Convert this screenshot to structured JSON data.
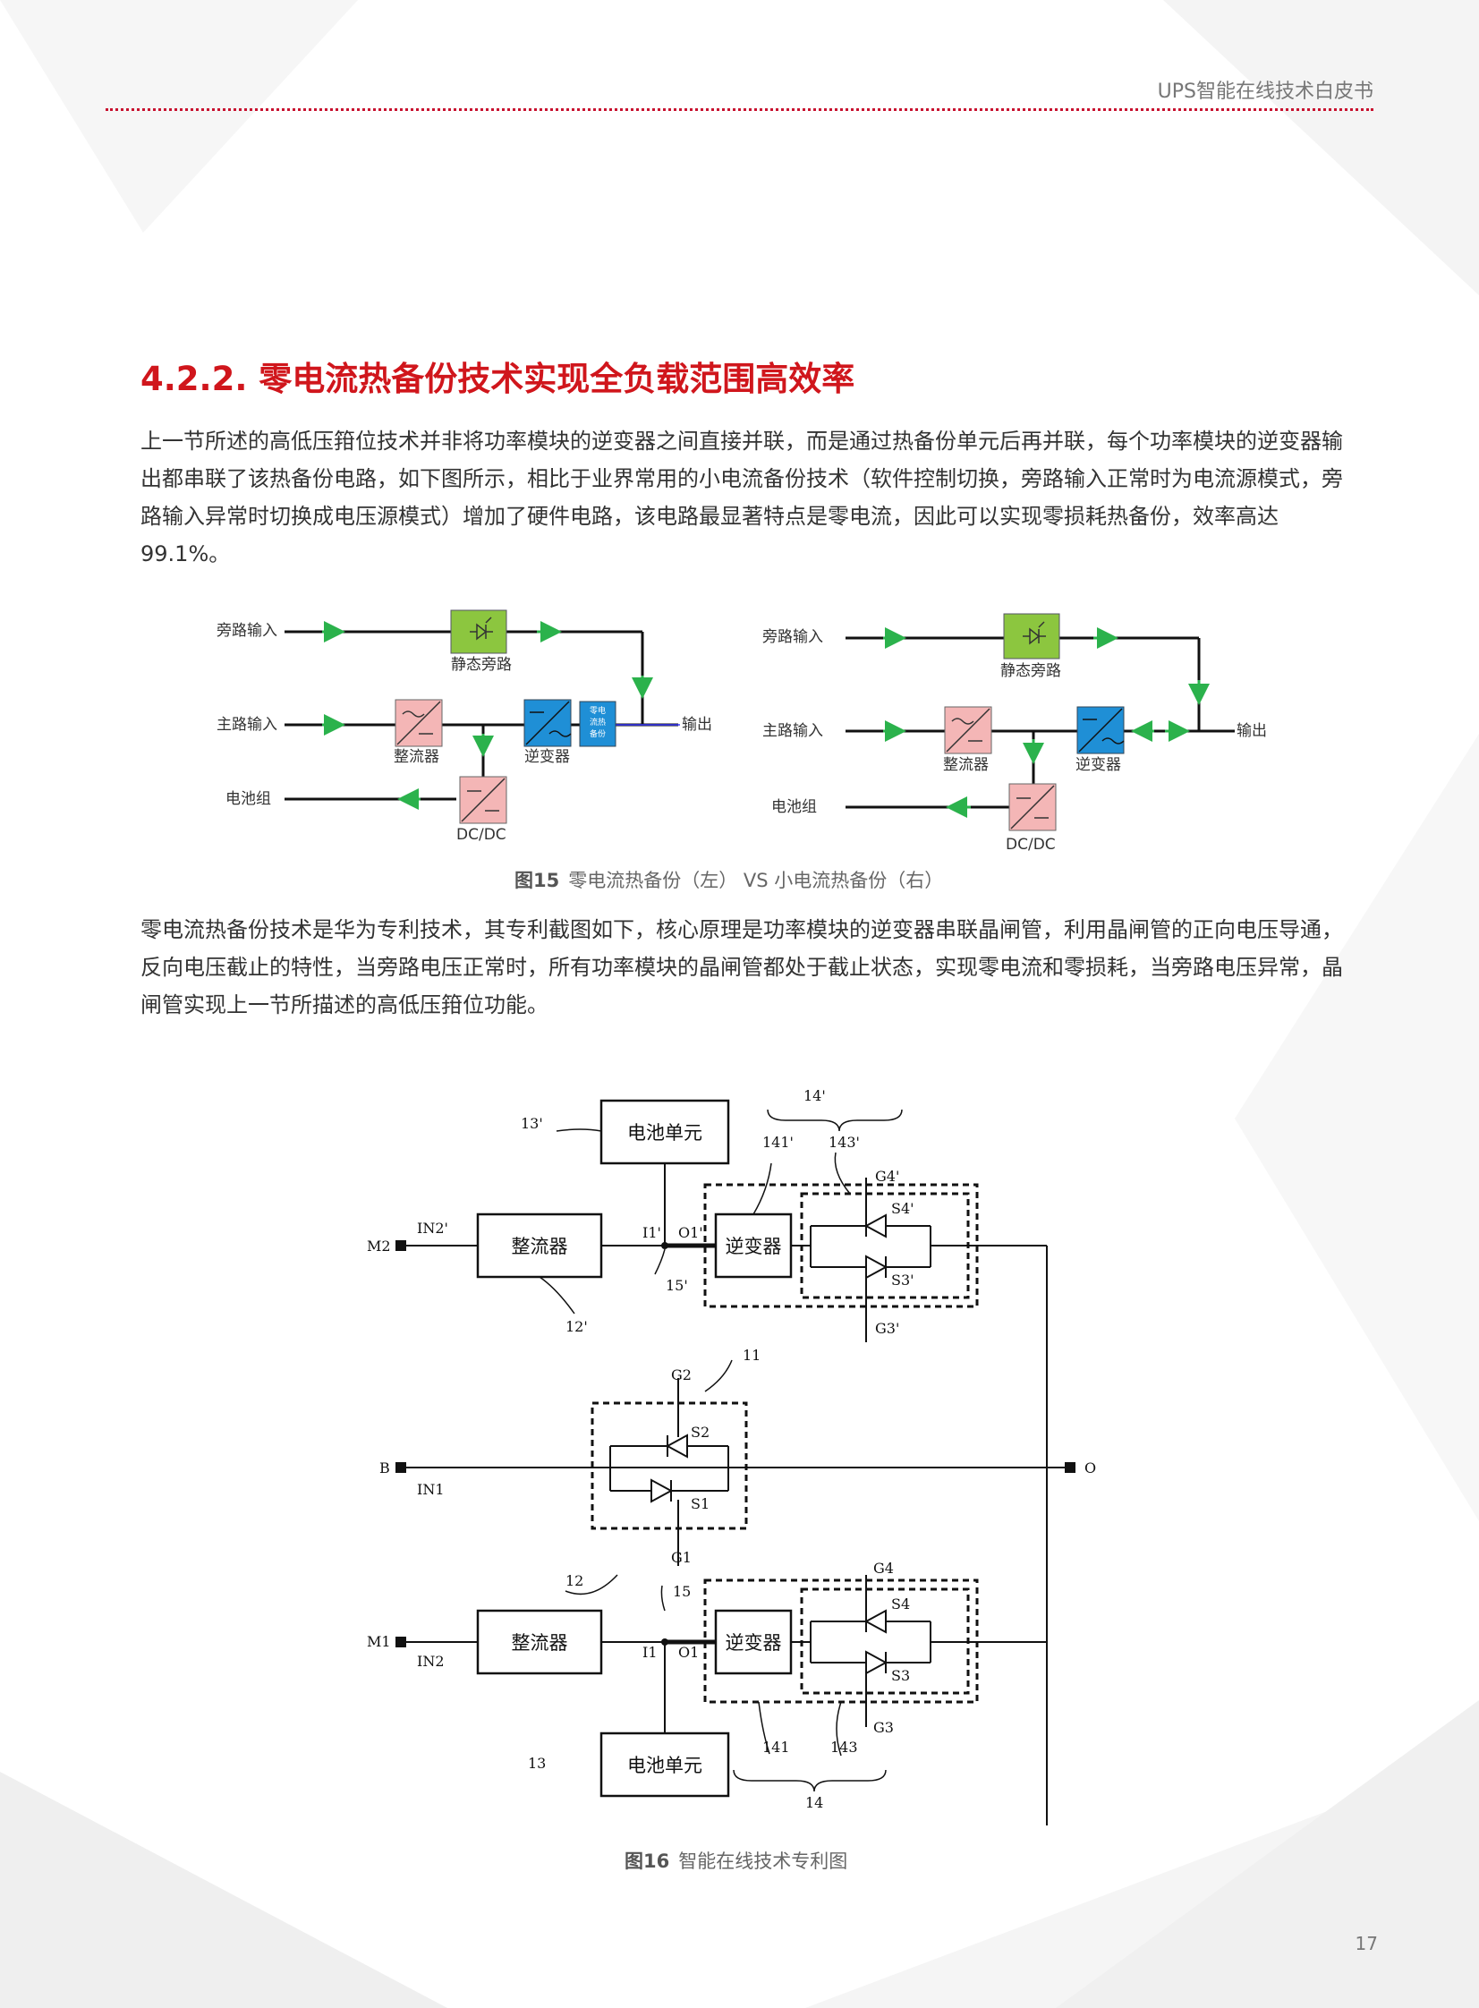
{
  "header": {
    "title": "UPS智能在线技术白皮书"
  },
  "section": {
    "heading": "4.2.2. 零电流热备份技术实现全负载范围高效率"
  },
  "paragraphs": {
    "p1": "上一节所述的高低压箝位技术并非将功率模块的逆变器之间直接并联，而是通过热备份单元后再并联，每个功率模块的逆变器输出都串联了该热备份电路，如下图所示，相比于业界常用的小电流备份技术（软件控制切换，旁路输入正常时为电流源模式，旁路输入异常时切换成电压源模式）增加了硬件电路，该电路最显著特点是零电流，因此可以实现零损耗热备份，效率高达99.1%。",
    "p2": "零电流热备份技术是华为专利技术，其专利截图如下，核心原理是功率模块的逆变器串联晶闸管，利用晶闸管的正向电压导通，反向电压截止的特性，当旁路电压正常时，所有功率模块的晶闸管都处于截止状态，实现零电流和零损耗，当旁路电压异常，晶闸管实现上一节所描述的高低压箝位功能。"
  },
  "fig15": {
    "caption_label": "图15",
    "caption_text": "零电流热备份（左） VS 小电流热备份（右）",
    "left": {
      "bypass_in": "旁路输入",
      "main_in": "主路输入",
      "battery": "电池组",
      "static_bypass": "静态旁路",
      "rectifier": "整流器",
      "inverter": "逆变器",
      "dcdc": "DC/DC",
      "output": "输出",
      "backup_l1": "零电",
      "backup_l2": "流热",
      "backup_l3": "备份"
    },
    "right": {
      "bypass_in": "旁路输入",
      "main_in": "主路输入",
      "battery": "电池组",
      "static_bypass": "静态旁路",
      "rectifier": "整流器",
      "inverter": "逆变器",
      "dcdc": "DC/DC",
      "output": "输出"
    }
  },
  "fig16": {
    "caption_label": "图16",
    "caption_text": "智能在线技术专利图",
    "battery_unit": "电池单元",
    "rectifier": "整流器",
    "inverter": "逆变器",
    "labels": {
      "M2": "M2",
      "IN2p": "IN2'",
      "l12p": "12'",
      "l13p": "13'",
      "l14p": "14'",
      "l141p": "141'",
      "l143p": "143'",
      "G4p": "G4'",
      "S4p": "S4'",
      "S3p": "S3'",
      "G3p": "G3'",
      "I1p": "I1'",
      "O1p": "O1'",
      "l15p": "15'",
      "G2": "G2",
      "l11": "11",
      "S2": "S2",
      "S1": "S1",
      "G1": "G1",
      "B": "B",
      "IN1": "IN1",
      "O": "O",
      "l12": "12",
      "l15": "15",
      "G4": "G4",
      "S4": "S4",
      "S3": "S3",
      "M1": "M1",
      "IN2": "IN2",
      "I1": "I1",
      "O1": "O1",
      "G3": "G3",
      "l13": "13",
      "l141": "141",
      "l143": "143",
      "l14": "14"
    }
  },
  "page_number": "17",
  "colors": {
    "accent": "#d0161c",
    "static_bypass_fill": "#8cc63f",
    "rectifier_fill": "#f4b6b6",
    "inverter_fill": "#1f8fd6",
    "arrow": "#2bb24c"
  }
}
